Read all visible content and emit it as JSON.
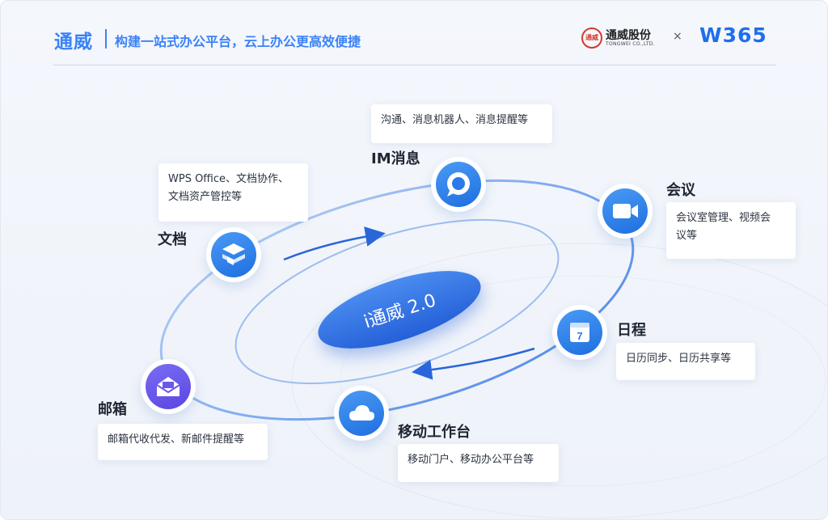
{
  "header": {
    "brand": "通威",
    "tagline": "构建一站式办公平台，云上办公更高效便捷",
    "partner_name": "通威股份",
    "partner_sub": "TONGWEI CO.,LTD.",
    "times": "×",
    "w365": "W365"
  },
  "center": {
    "title": "i通威 2.0"
  },
  "features": {
    "im": {
      "title": "IM消息",
      "desc": "沟通、消息机器人、消息提醒等",
      "icon": "chat-icon"
    },
    "meeting": {
      "title": "会议",
      "desc1": "会议室管理、视频会",
      "desc2": "议等",
      "icon": "video-camera-icon"
    },
    "schedule": {
      "title": "日程",
      "desc": "日历同步、日历共享等",
      "icon": "calendar-icon",
      "calendar_day": "7"
    },
    "mobile": {
      "title": "移动工作台",
      "desc": "移动门户、移动办公平台等",
      "icon": "cloud-icon"
    },
    "mail": {
      "title": "邮箱",
      "desc": "邮箱代收代发、新邮件提醒等",
      "icon": "envelope-icon"
    },
    "docs": {
      "title": "文档",
      "desc1": "WPS Office、文档协作、",
      "desc2": "文档资产管控等",
      "icon": "layers-icon"
    }
  },
  "colors": {
    "accent": "#3b82f6",
    "node_blue": "#1e6fe0",
    "node_purple": "#5a47e0",
    "brand_red": "#d23a2f"
  }
}
